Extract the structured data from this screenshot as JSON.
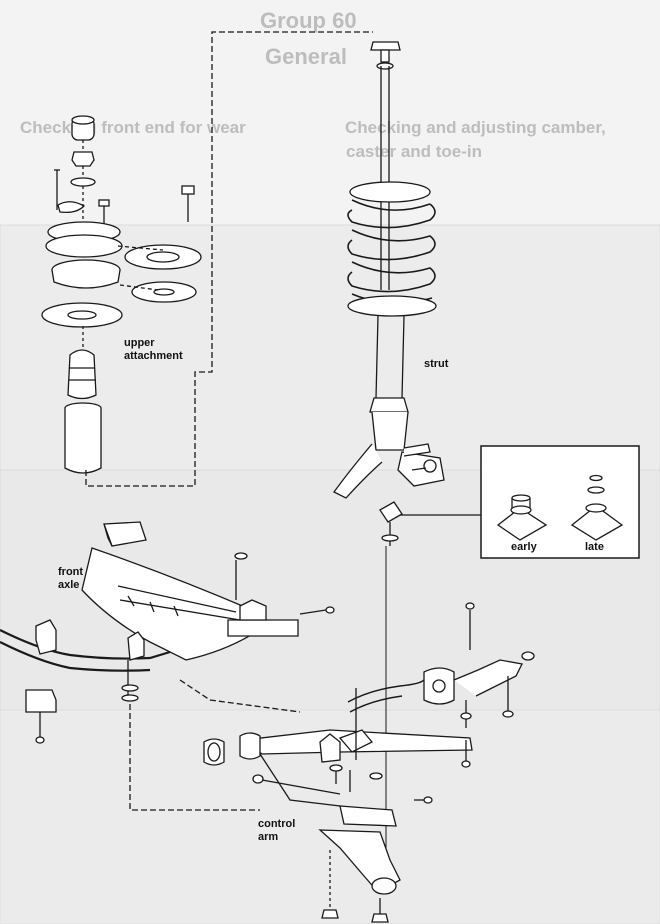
{
  "labels": {
    "upper_attachment": "upper\nattachment",
    "strut": "strut",
    "early": "early",
    "late": "late",
    "front_axle": "front\naxle",
    "control_arm": "control\narm"
  },
  "background_text": {
    "group": "Group 60",
    "general": "General",
    "heading_1": "Checking front end for wear",
    "heading_2": "Checking and adjusting camber,",
    "heading_3": "caster and toe-in"
  },
  "colors": {
    "ink": "#1a1a1a",
    "paper": "#ffffff",
    "bleed": "#d9d9d9",
    "page_bg": "#f3f3f3"
  }
}
